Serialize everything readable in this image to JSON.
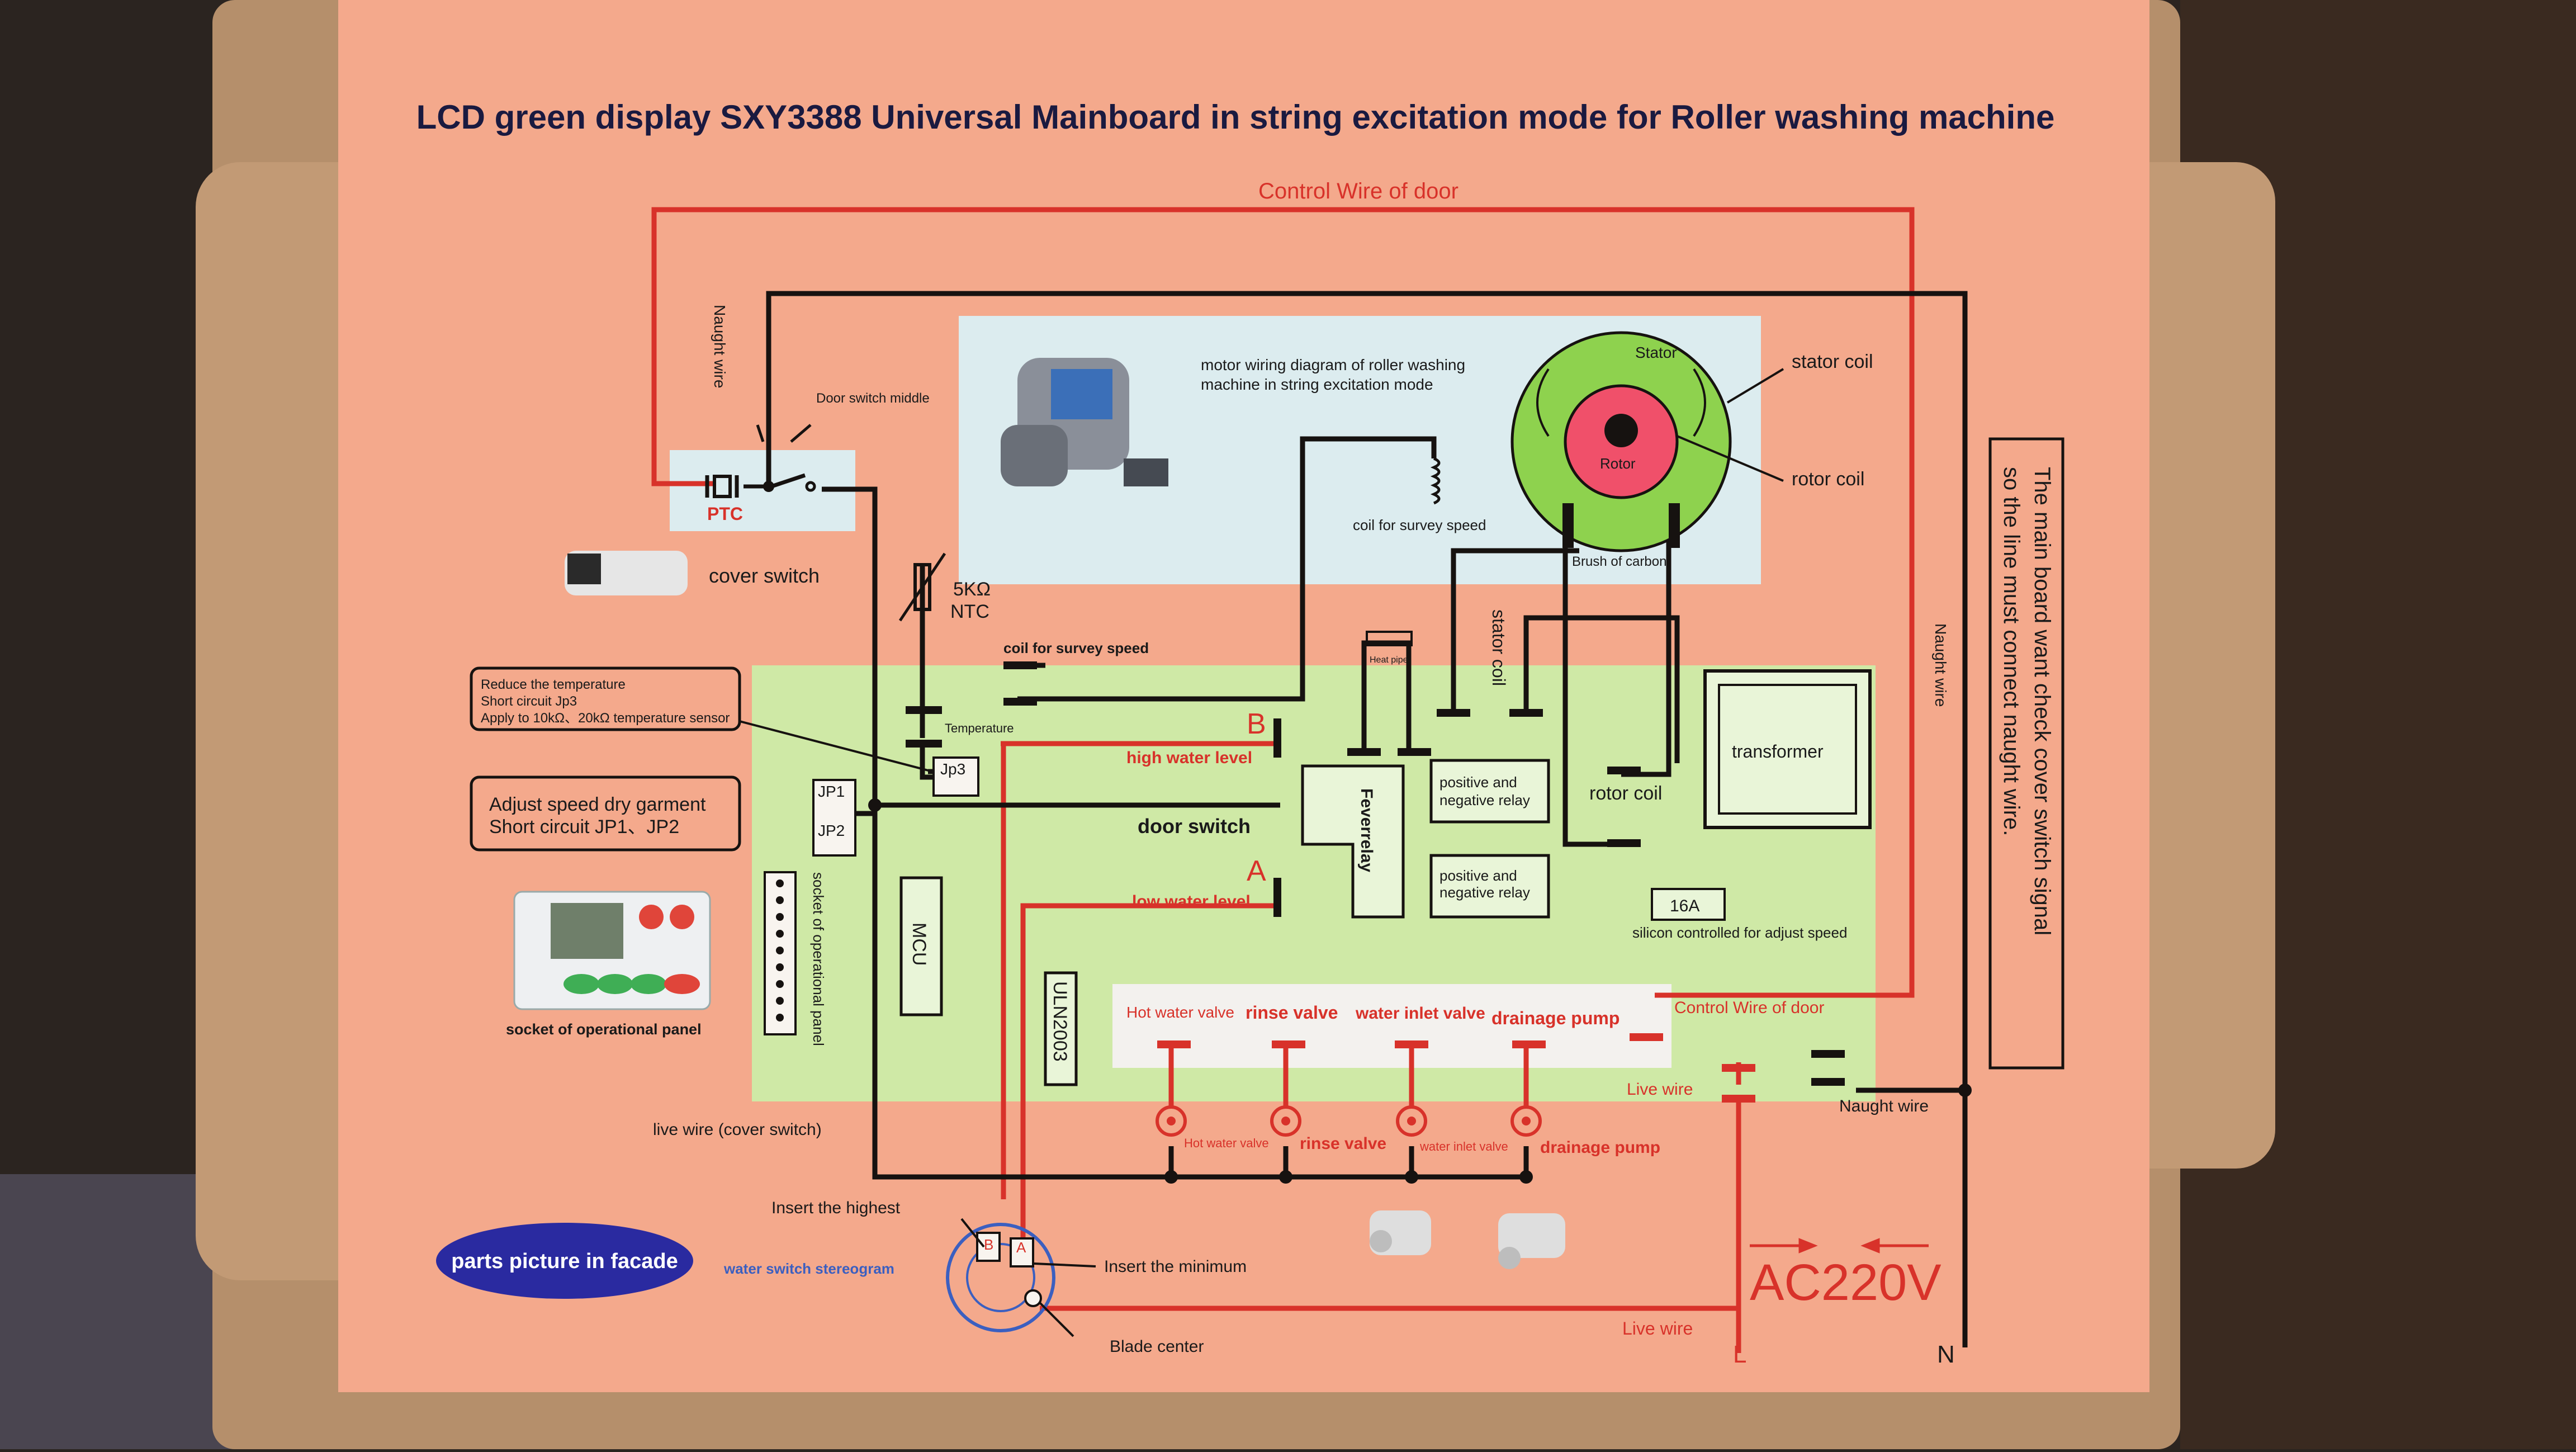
{
  "title": "LCD green display SXY3388 Universal Mainboard in string excitation mode for Roller washing machine",
  "labels": {
    "control_wire_top": "Control Wire of door",
    "naught_wire_left": "Naught wire",
    "door_switch_middle": "Door switch middle",
    "ptc": "PTC",
    "cover_switch": "cover switch",
    "ntc_value": "5KΩ",
    "ntc": "NTC",
    "motor_caption_1": "motor wiring diagram of roller washing",
    "motor_caption_2": "machine in string excitation mode",
    "stator": "Stator",
    "rotor": "Rotor",
    "stator_coil": "stator coil",
    "rotor_coil_right": "rotor coil",
    "brush_carbon": "Brush of carbon",
    "coil_survey_top": "coil for survey speed",
    "coil_survey_board": "coil for survey speed",
    "heat_pipe": "Heat pipe",
    "stator_coil_vertical": "stator coil",
    "reduce_temp_1": "Reduce the temperature",
    "reduce_temp_2": "Short circuit Jp3",
    "reduce_temp_3": "Apply to 10kΩ、20kΩ temperature sensor",
    "temperature": "Temperature",
    "jp3": "Jp3",
    "adjust_speed_1": "Adjust speed dry garment",
    "adjust_speed_2": "Short circuit JP1、JP2",
    "jp1": "JP1",
    "jp2": "JP2",
    "b_mark": "B",
    "high_water": "high water level",
    "a_mark": "A",
    "low_water": "low water level",
    "door_switch": "door switch",
    "feverrelay": "Feverrelay",
    "relay1_1": "positive  and",
    "relay1_2": "negative relay",
    "relay2_1": "positive  and",
    "relay2_2": "negative relay",
    "rotor_coil_board": "rotor coil",
    "transformer": "transformer",
    "amp_16": "16A",
    "silicon": "silicon controlled for adjust speed",
    "naught_wire_right": "Naught wire",
    "side_note_1": "The main board want check cover switch signal",
    "side_note_2": "so the line must connect naught wire.",
    "socket_panel_vertical": "socket of operational panel",
    "mcu": "MCU",
    "uln": "ULN2003",
    "socket_panel_caption": "socket of operational panel",
    "hot_water_valve": "Hot water valve",
    "rinse_valve": "rinse valve",
    "water_inlet_valve": "water inlet valve",
    "drainage_pump": "drainage pump",
    "control_wire_bottom": "Control Wire of door",
    "live_wire_1": "Live wire",
    "naught_wire_bottom": "Naught wire",
    "live_wire_cover": "live wire (cover switch)",
    "hot_water_valve_2": "Hot water valve",
    "rinse_valve_2": "rinse valve",
    "water_inlet_valve_2": "water inlet valve",
    "drainage_pump_2": "drainage pump",
    "insert_highest": "Insert the highest",
    "water_switch": "water switch stereogram",
    "insert_minimum": "Insert the minimum",
    "blade_center": "Blade center",
    "ws_b": "B",
    "ws_a": "A",
    "parts_picture": "parts picture in facade",
    "ac220v": "AC220V",
    "live_wire_2": "Live wire",
    "l_mark": "L",
    "n_mark": "N"
  },
  "colors": {
    "board": "#f4a98c",
    "wire_red": "#d8322a",
    "wire_black": "#161210",
    "green_area": "#cfe9a6",
    "blue_area": "#dcecef",
    "stator_green": "#8ed24e",
    "rotor_pink": "#f0506a"
  }
}
